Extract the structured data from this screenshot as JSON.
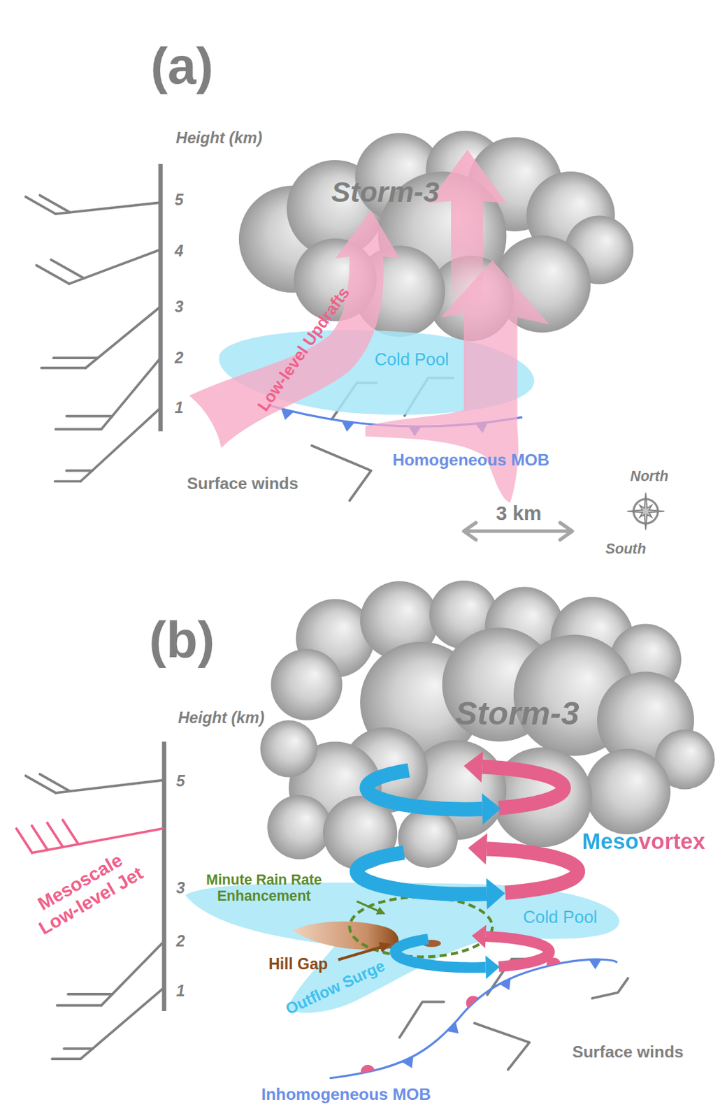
{
  "diagram": {
    "nodes": [
      {
        "text": [
          "Storm-3"
        ]
      },
      {
        "text": [
          "Cold Pool"
        ]
      },
      {
        "text": [
          "Storm-3"
        ]
      },
      {
        "text": [
          "Cold Pool"
        ]
      }
    ],
    "labels": [
      "(a)",
      "Height (km)",
      "5",
      "4",
      "3",
      "2",
      "1",
      "Low-level Updrafts",
      "Homogeneous MOB",
      "Surface winds",
      "3 km",
      "North",
      "South",
      "(b)",
      "Height (km)",
      "5",
      "3",
      "2",
      "1",
      "Mesoscale Low-level Jet",
      "Mesovortex",
      "Minute Rain Rate Enhancement",
      "Hill Gap",
      "Outflow Surge",
      "Surface winds",
      "Inhomogeneous MOB"
    ]
  }
}
